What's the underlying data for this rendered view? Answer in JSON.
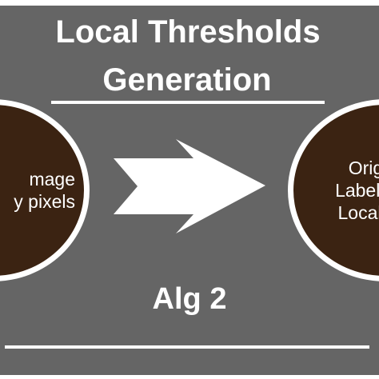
{
  "title": {
    "line1": "Local Thresholds",
    "line2": "Generation"
  },
  "left_node": {
    "lines": [
      "mage",
      "y pixels"
    ]
  },
  "right_node": {
    "lines": [
      "Origi",
      "Labeled",
      "Local T"
    ]
  },
  "algorithm_label": "Alg 2",
  "colors": {
    "panel": "#656565",
    "node_fill": "#3b2312",
    "foreground": "#ffffff"
  },
  "icons": {
    "arrow": "right-arrow-icon"
  }
}
